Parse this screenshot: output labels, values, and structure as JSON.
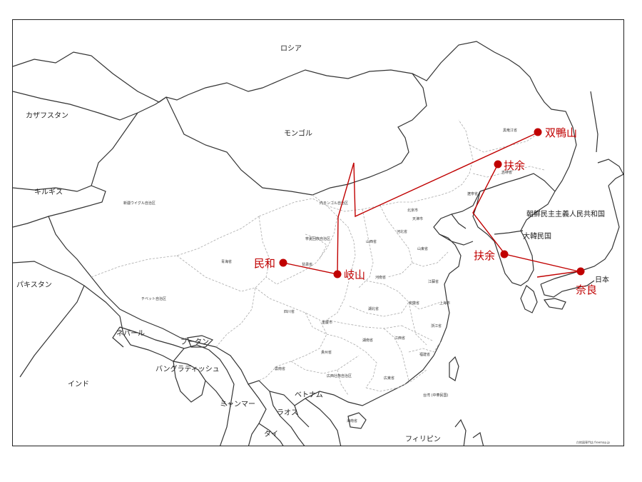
{
  "map": {
    "route_color": "#c00000",
    "border_color": "#333333",
    "province_border_color": "#aaaaaa",
    "credit": "白地図専門店 freemap.jp",
    "countries": [
      {
        "id": "russia",
        "label": "ロシア"
      },
      {
        "id": "kazakhstan",
        "label": "カザフスタン"
      },
      {
        "id": "mongolia",
        "label": "モンゴル"
      },
      {
        "id": "kyrgyz",
        "label": "キルギス"
      },
      {
        "id": "pakistan",
        "label": "パキスタン"
      },
      {
        "id": "nepal",
        "label": "ネパール"
      },
      {
        "id": "bhutan",
        "label": "ブータン"
      },
      {
        "id": "bangladesh",
        "label": "バングラディッシュ"
      },
      {
        "id": "india",
        "label": "インド"
      },
      {
        "id": "myanmar",
        "label": "ミャンマー"
      },
      {
        "id": "vietnam",
        "label": "ベトナム"
      },
      {
        "id": "laos",
        "label": "ラオス"
      },
      {
        "id": "thailand",
        "label": "タイ"
      },
      {
        "id": "philippines",
        "label": "フィリピン"
      },
      {
        "id": "north-korea",
        "label": "朝鮮民主主義人民共和国"
      },
      {
        "id": "south-korea",
        "label": "大韓民国"
      },
      {
        "id": "japan",
        "label": "日本"
      }
    ],
    "provinces": [
      {
        "id": "xinjiang",
        "label": "新疆ウイグル自治区"
      },
      {
        "id": "tibet",
        "label": "チベット自治区"
      },
      {
        "id": "qinghai",
        "label": "青海省"
      },
      {
        "id": "gansu",
        "label": "甘粛省"
      },
      {
        "id": "ningxia",
        "label": "寧夏回族自治区"
      },
      {
        "id": "inner-mongolia",
        "label": "内モンゴル自治区"
      },
      {
        "id": "heilongjiang",
        "label": "黒竜江省"
      },
      {
        "id": "jilin",
        "label": "吉林省"
      },
      {
        "id": "liaoning",
        "label": "遼寧省"
      },
      {
        "id": "beijing",
        "label": "北京市"
      },
      {
        "id": "tianjin",
        "label": "天津市"
      },
      {
        "id": "hebei",
        "label": "河北省"
      },
      {
        "id": "shanxi",
        "label": "山西省"
      },
      {
        "id": "shandong",
        "label": "山東省"
      },
      {
        "id": "henan",
        "label": "河南省"
      },
      {
        "id": "jiangsu",
        "label": "江蘇省"
      },
      {
        "id": "shanghai",
        "label": "上海市"
      },
      {
        "id": "anhui",
        "label": "安徽省"
      },
      {
        "id": "hubei",
        "label": "湖北省"
      },
      {
        "id": "sichuan",
        "label": "四川省"
      },
      {
        "id": "chongqing",
        "label": "重慶市"
      },
      {
        "id": "zhejiang",
        "label": "浙江省"
      },
      {
        "id": "hunan",
        "label": "湖南省"
      },
      {
        "id": "jiangxi",
        "label": "江西省"
      },
      {
        "id": "guizhou",
        "label": "貴州省"
      },
      {
        "id": "fujian",
        "label": "福建省"
      },
      {
        "id": "yunnan",
        "label": "雲南省"
      },
      {
        "id": "guangxi",
        "label": "広西壮族自治区"
      },
      {
        "id": "guangdong",
        "label": "広東省"
      },
      {
        "id": "taiwan",
        "label": "台湾 (中華民国)"
      },
      {
        "id": "hainan",
        "label": "海南省"
      }
    ],
    "sites": [
      {
        "id": "minhe",
        "label": "民和"
      },
      {
        "id": "qishan",
        "label": "岐山"
      },
      {
        "id": "shuangyashan",
        "label": "双鴨山"
      },
      {
        "id": "fuyu-north",
        "label": "扶余"
      },
      {
        "id": "fuyu-korea",
        "label": "扶余"
      },
      {
        "id": "nara",
        "label": "奈良"
      }
    ]
  }
}
